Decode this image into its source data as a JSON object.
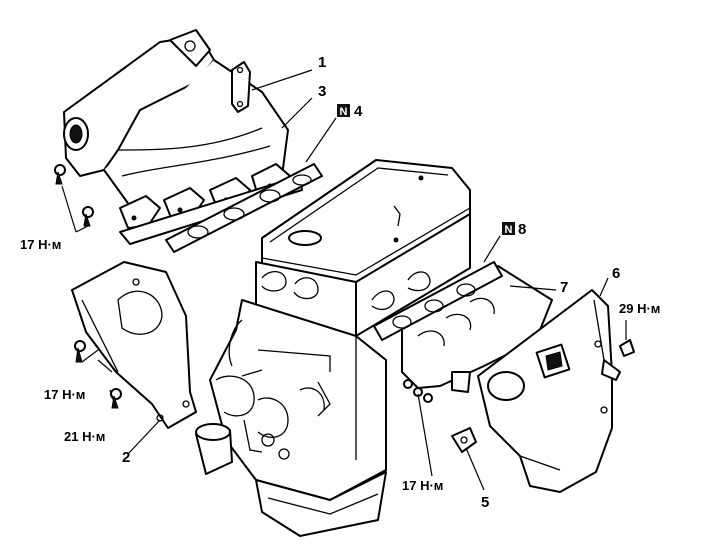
{
  "callouts": {
    "c1": "1",
    "c2": "2",
    "c3": "3",
    "c4": "4",
    "c5": "5",
    "c6": "6",
    "c7": "7",
    "c8": "8"
  },
  "new_part_marker": "N",
  "torques": {
    "t_intake_left": "17 Н·м",
    "t_bracket_upper": "17 Н·м",
    "t_bracket_lower": "21 Н·м",
    "t_exhaust": "17 Н·м",
    "t_heat_shield": "29 Н·м"
  }
}
